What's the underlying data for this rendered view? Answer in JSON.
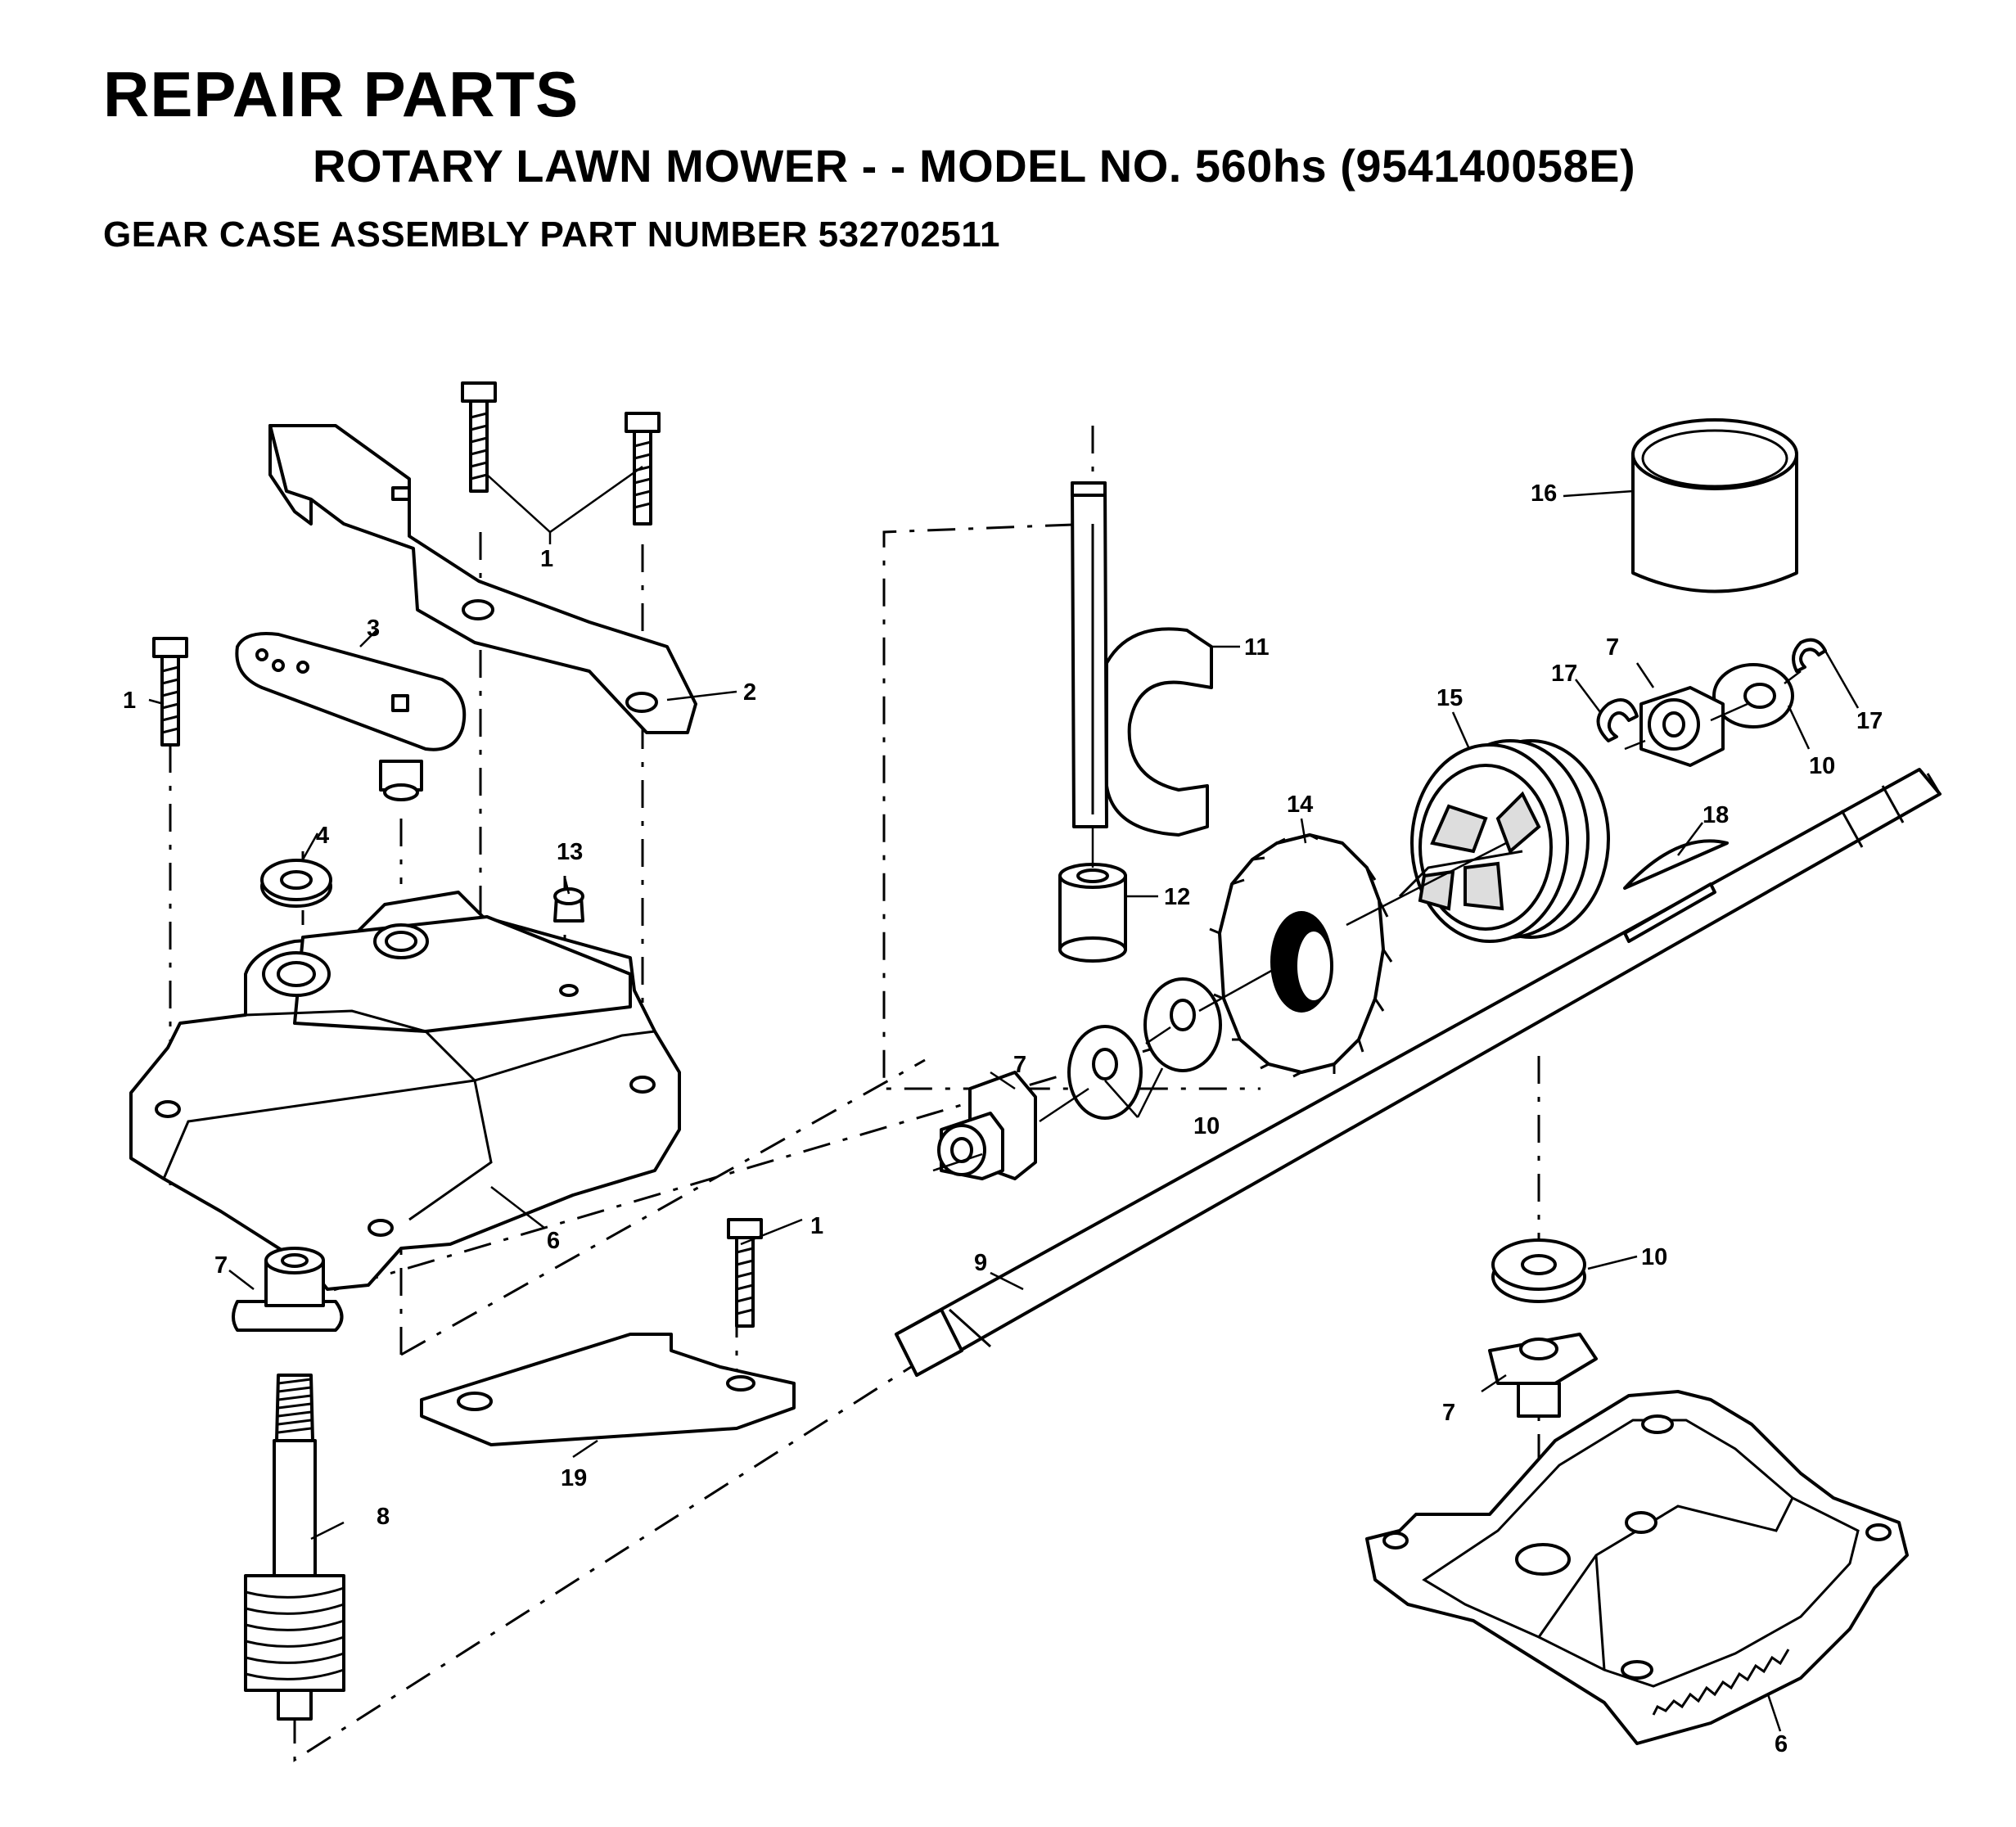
{
  "header": {
    "title": "REPAIR PARTS",
    "subtitle": "ROTARY LAWN MOWER - - MODEL NO. 560hs (954140058E)",
    "assembly": "GEAR CASE ASSEMBLY PART NUMBER 532702511"
  },
  "callouts": [
    {
      "id": "c1a",
      "label": "1"
    },
    {
      "id": "c1b",
      "label": "1"
    },
    {
      "id": "c1c",
      "label": "1"
    },
    {
      "id": "c2",
      "label": "2"
    },
    {
      "id": "c3",
      "label": "3"
    },
    {
      "id": "c4",
      "label": "4"
    },
    {
      "id": "c6a",
      "label": "6"
    },
    {
      "id": "c6b",
      "label": "6"
    },
    {
      "id": "c7a",
      "label": "7"
    },
    {
      "id": "c7b",
      "label": "7"
    },
    {
      "id": "c7c",
      "label": "7"
    },
    {
      "id": "c7d",
      "label": "7"
    },
    {
      "id": "c8",
      "label": "8"
    },
    {
      "id": "c9",
      "label": "9"
    },
    {
      "id": "c10a",
      "label": "10"
    },
    {
      "id": "c10b",
      "label": "10"
    },
    {
      "id": "c10c",
      "label": "10"
    },
    {
      "id": "c11",
      "label": "11"
    },
    {
      "id": "c12",
      "label": "12"
    },
    {
      "id": "c13",
      "label": "13"
    },
    {
      "id": "c14",
      "label": "14"
    },
    {
      "id": "c15",
      "label": "15"
    },
    {
      "id": "c16",
      "label": "16"
    },
    {
      "id": "c17a",
      "label": "17"
    },
    {
      "id": "c17b",
      "label": "17"
    },
    {
      "id": "c18",
      "label": "18"
    },
    {
      "id": "c19",
      "label": "19"
    }
  ]
}
